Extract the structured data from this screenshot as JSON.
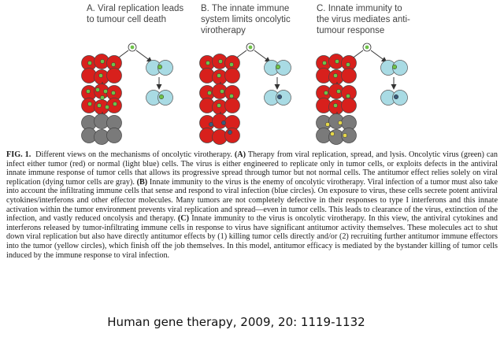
{
  "panels": {
    "a": {
      "title": "A. Viral replication leads\nto tumour cell death"
    },
    "b": {
      "title": "B. The innate immune\nsystem limits oncolytic\nvirotherapy"
    },
    "c": {
      "title": "C. Innate immunity to\nthe virus mediates anti-\ntumour response"
    }
  },
  "colors": {
    "tumor": "#d8201c",
    "normal": "#a9dbe4",
    "virus": "#6fc24a",
    "dead": "#7a7a7a",
    "effector": "#e6d84a"
  },
  "caption": {
    "fig_label": "FIG. 1.",
    "intro": "Different views on the mechanisms of oncolytic virotherapy.",
    "a_label": "(A)",
    "a_text": "Therapy from viral replication, spread, and lysis. Oncolytic virus (green) can infect either tumor (red) or normal (light blue) cells. The virus is either engineered to replicate only in tumor cells, or exploits defects in the antiviral innate immune response of tumor cells that allows its progressive spread through tumor but not normal cells. The antitumor effect relies solely on viral replication (dying tumor cells are gray).",
    "b_label": "(B)",
    "b_text": "Innate immunity to the virus is the enemy of oncolytic virotherapy. Viral infection of a tumor must also take into account the infiltrating immune cells that sense and respond to viral infection (blue circles). On exposure to virus, these cells secrete potent antiviral cytokines/interferons and other effector molecules. Many tumors are not completely defective in their responses to type I interferons and this innate activation within the tumor environment prevents viral replication and spread—even in tumor cells. This leads to clearance of the virus, extinction of the infection, and vastly reduced oncolysis and therapy.",
    "c_label": "(C)",
    "c_text": "Innate immunity to the virus is oncolytic virotherapy. In this view, the antiviral cytokines and interferons released by tumor-infiltrating immune cells in response to virus have significant antitumor activity themselves. These molecules act to shut down viral replication but also have directly antitumor effects by (1) killing tumor cells directly and/or (2) recruiting further antitumor immune effectors into the tumor (yellow circles), which finish off the job themselves. In this model, antitumor efficacy is mediated by the bystander killing of tumor cells induced by the immune response to viral infection."
  },
  "citation": "Human gene therapy, 2009, 20: 1119-1132"
}
